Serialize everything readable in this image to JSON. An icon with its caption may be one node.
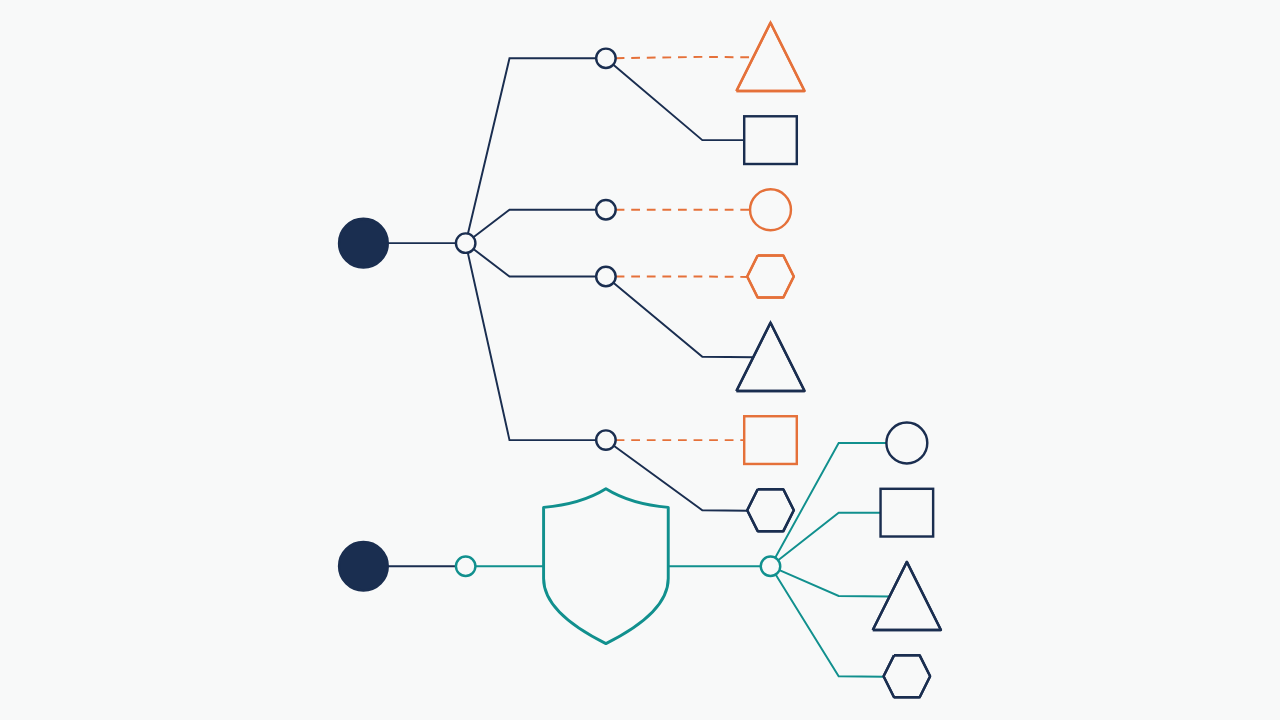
{
  "diagram": {
    "nodes": [
      {
        "text": [],
        "shape": "circle"
      },
      {
        "text": [],
        "shape": "circle"
      },
      {
        "text": [],
        "shape": "circle"
      },
      {
        "text": [],
        "shape": "triangle"
      },
      {
        "text": [],
        "shape": "square"
      },
      {
        "text": [],
        "shape": "circle"
      },
      {
        "text": [],
        "shape": "circle"
      },
      {
        "text": [],
        "shape": "circle"
      },
      {
        "text": [],
        "shape": "hexagon"
      },
      {
        "text": [],
        "shape": "triangle"
      },
      {
        "text": [],
        "shape": "circle"
      },
      {
        "text": [],
        "shape": "square"
      },
      {
        "text": [],
        "shape": "hexagon"
      },
      {
        "text": [],
        "shape": "circle"
      },
      {
        "text": [],
        "shape": "circle"
      },
      {
        "text": [],
        "shape": "shield"
      },
      {
        "text": [],
        "shape": "circle"
      },
      {
        "text": [],
        "shape": "circle"
      },
      {
        "text": [],
        "shape": "square"
      },
      {
        "text": [],
        "shape": "triangle"
      },
      {
        "text": [],
        "shape": "hexagon"
      }
    ],
    "edges": [
      {
        "from": 0,
        "to": 1,
        "arrow": "none"
      },
      {
        "from": 1,
        "to": 2,
        "arrow": "none"
      },
      {
        "from": 1,
        "to": 5,
        "arrow": "none"
      },
      {
        "from": 1,
        "to": 7,
        "arrow": "none"
      },
      {
        "from": 1,
        "to": 10,
        "arrow": "none"
      },
      {
        "from": 2,
        "to": 3,
        "arrow": "none",
        "style": "dashed",
        "color": "#e5713a"
      },
      {
        "from": 2,
        "to": 4,
        "arrow": "none"
      },
      {
        "from": 5,
        "to": 6,
        "arrow": "none",
        "style": "dashed",
        "color": "#e5713a"
      },
      {
        "from": 7,
        "to": 8,
        "arrow": "none",
        "style": "dashed",
        "color": "#e5713a"
      },
      {
        "from": 7,
        "to": 9,
        "arrow": "none"
      },
      {
        "from": 10,
        "to": 11,
        "arrow": "none",
        "style": "dashed",
        "color": "#e5713a"
      },
      {
        "from": 10,
        "to": 12,
        "arrow": "none"
      },
      {
        "from": 13,
        "to": 14,
        "arrow": "none"
      },
      {
        "from": 14,
        "to": 15,
        "arrow": "none",
        "color": "#11908e"
      },
      {
        "from": 15,
        "to": 16,
        "arrow": "none",
        "color": "#11908e"
      },
      {
        "from": 16,
        "to": 17,
        "arrow": "none",
        "color": "#11908e"
      },
      {
        "from": 16,
        "to": 18,
        "arrow": "none",
        "color": "#11908e"
      },
      {
        "from": 16,
        "to": 19,
        "arrow": "none",
        "color": "#11908e"
      },
      {
        "from": 16,
        "to": 20,
        "arrow": "none",
        "color": "#11908e"
      }
    ]
  }
}
